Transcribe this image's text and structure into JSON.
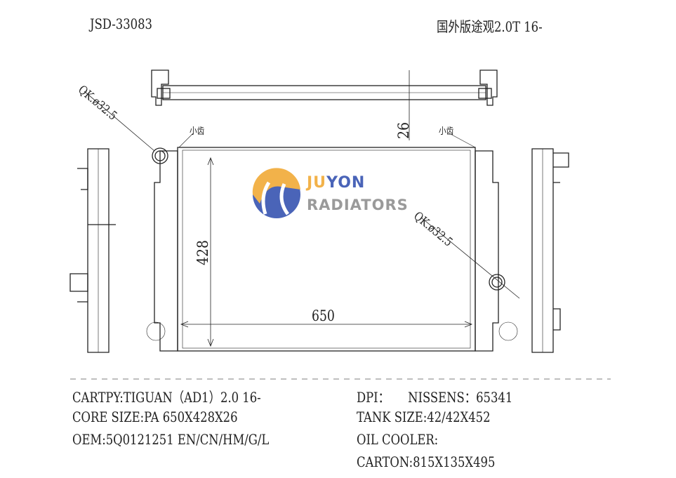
{
  "header": {
    "model_code": "JSD-33083",
    "vehicle": "国外版途观2.0T 16-"
  },
  "drawing": {
    "tube_diameter_left": "QK.ø32.5",
    "tube_diameter_right": "QK.ø32.5",
    "small_teeth_left": "小齿",
    "small_teeth_right": "小齿",
    "thickness": "26",
    "height": "428",
    "width": "650"
  },
  "logo": {
    "name_part1": "JU",
    "name_part2": "YON",
    "subtitle": "RADIATORS",
    "colors": {
      "orange": "#f2b24a",
      "blue": "#4a64b8",
      "gray": "#9a9a9a"
    }
  },
  "specs": {
    "left": [
      "CARTPY:TIGUAN（AD1）2.0 16-",
      "CORE SIZE:PA 650X428X26",
      "OEM:5Q0121251 EN/CN/HM/G/L"
    ],
    "right": [
      "DPI：     NISSENS：65341",
      "TANK SIZE:42/42X452",
      "OIL COOLER:",
      "CARTON:815X135X495"
    ]
  }
}
